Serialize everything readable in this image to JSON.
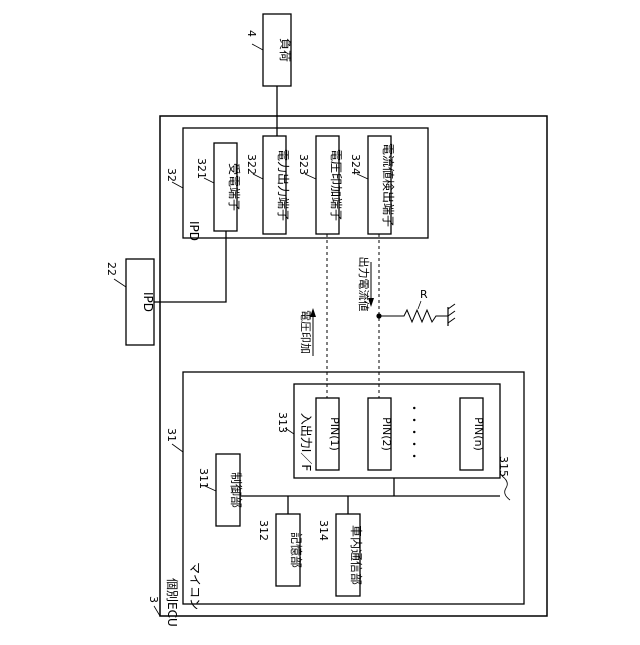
{
  "diagram": {
    "load": {
      "ref": "4",
      "label": "負荷"
    },
    "individual_ecu": {
      "ref": "3",
      "label": "個別ECU"
    },
    "ipd_main": {
      "ref": "32",
      "label": "IPD",
      "terminals": [
        {
          "ref": "321",
          "label": "受電端子"
        },
        {
          "ref": "322",
          "label": "電力出力端子"
        },
        {
          "ref": "323",
          "label": "電圧印加端子"
        },
        {
          "ref": "324",
          "label": "電流値検出端子"
        }
      ]
    },
    "ipd_upstream": {
      "ref": "22",
      "label": "IPD"
    },
    "microcomputer": {
      "ref": "31",
      "label": "マイコン",
      "control": {
        "ref": "311",
        "label": "制御部"
      },
      "storage": {
        "ref": "312",
        "label": "記憶部"
      },
      "comm": {
        "ref": "314",
        "label": "車内通信部"
      },
      "bus_ref": "315",
      "io": {
        "ref": "313",
        "label": "入出力I／F",
        "pins": [
          "PIN(1)",
          "PIN(2)",
          "PIN(n)"
        ],
        "ellipsis": "・・・・・"
      }
    },
    "signals": {
      "voltage_apply": "電圧印加",
      "output_current": "出力電流値"
    },
    "resistor": {
      "label": "R"
    }
  }
}
